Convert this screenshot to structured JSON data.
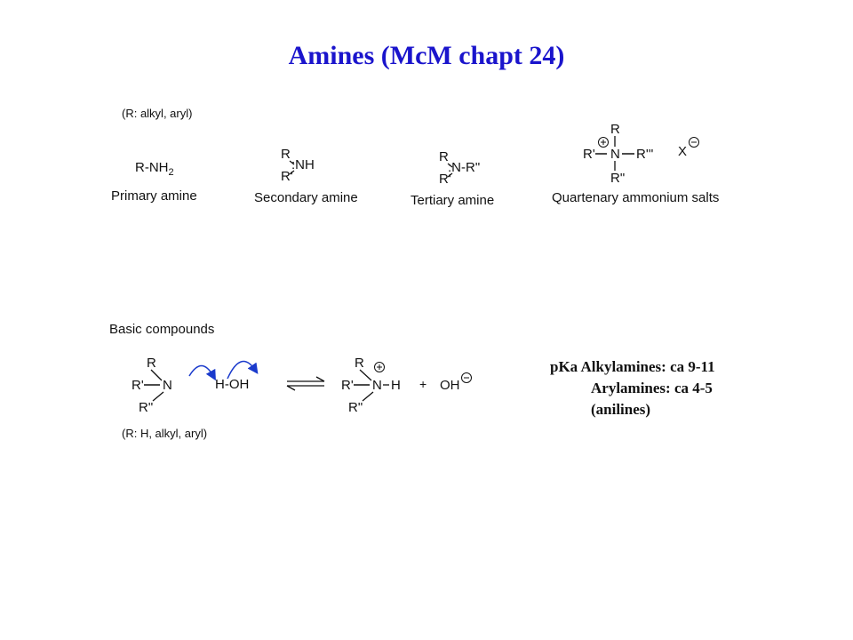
{
  "title": "Amines (McM chapt 24)",
  "colors": {
    "title": "#1a14cc",
    "arrow": "#1a3acc"
  },
  "section1": {
    "note": "(R: alkyl, aryl)",
    "primary": {
      "formula_main": "R-NH",
      "formula_sub": "2",
      "label": "Primary amine"
    },
    "secondary": {
      "r1": "R",
      "r2": "R'",
      "n": ":NH",
      "label": "Secondary amine"
    },
    "tertiary": {
      "r1": "R",
      "r2": "R'",
      "n": ":N-R\"",
      "label": "Tertiary amine"
    },
    "quaternary": {
      "top": "R",
      "left": "R'",
      "n": "N",
      "right": "R'''",
      "bottom": "R\"",
      "anion": "X",
      "label": "Quartenary ammonium salts"
    }
  },
  "section2": {
    "heading": "Basic compounds",
    "note": "(R: H, alkyl, aryl)",
    "reactant": {
      "top": "R",
      "left": "R'",
      "n": "N",
      "bottom": "R\""
    },
    "water": "H-OH",
    "product": {
      "top": "R",
      "left": "R'",
      "n": "N",
      "h": "H",
      "bottom": "R\""
    },
    "plus": "+",
    "hydroxide": "OH"
  },
  "pka": {
    "line1": "pKa Alkylamines: ca 9-11",
    "line2": "Arylamines: ca 4-5",
    "line3": "(anilines)"
  }
}
